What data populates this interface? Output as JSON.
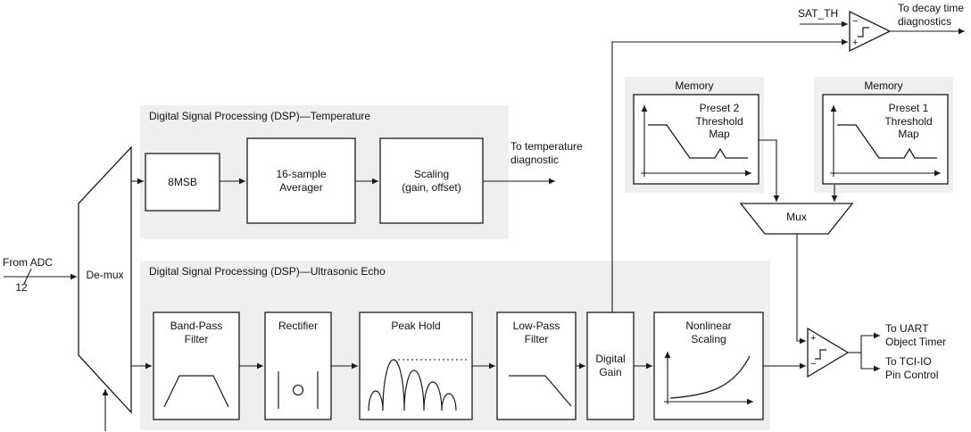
{
  "colors": {
    "region": "#efefef",
    "line": "#1a1a1a",
    "block_bg": "#ffffff"
  },
  "adc": {
    "label": "From ADC",
    "bus_width": "12"
  },
  "demux": {
    "label": "De-mux"
  },
  "temp_dsp": {
    "title": "Digital Signal Processing (DSP)—Temperature",
    "block_8msb": "8MSB",
    "block_averager": "16-sample\nAverager",
    "block_scaling": "Scaling\n(gain, offset)",
    "output_label": "To temperature\ndiagnostic"
  },
  "echo_dsp": {
    "title": "Digital Signal Processing (DSP)—Ultrasonic Echo",
    "block_bandpass": "Band-Pass\nFilter",
    "block_rectifier": "Rectifier",
    "block_peakhold": "Peak Hold",
    "block_lowpass": "Low-Pass\nFilter",
    "block_digital_gain": "Digital\nGain",
    "block_nonlinear": "Nonlinear\nScaling"
  },
  "memory_preset2": {
    "title": "Memory",
    "label": "Preset 2\nThreshold\nMap"
  },
  "memory_preset1": {
    "title": "Memory",
    "label": "Preset 1\nThreshold\nMap"
  },
  "mux": {
    "label": "Mux"
  },
  "sat_comparator": {
    "input_label": "SAT_TH",
    "output_label": "To decay time\ndiagnostics",
    "minus": "−",
    "plus": "+"
  },
  "object_comparator": {
    "plus": "+",
    "minus": "−",
    "output_uart": "To UART\nObject Timer",
    "output_tci": "To TCI-IO\nPin Control"
  }
}
